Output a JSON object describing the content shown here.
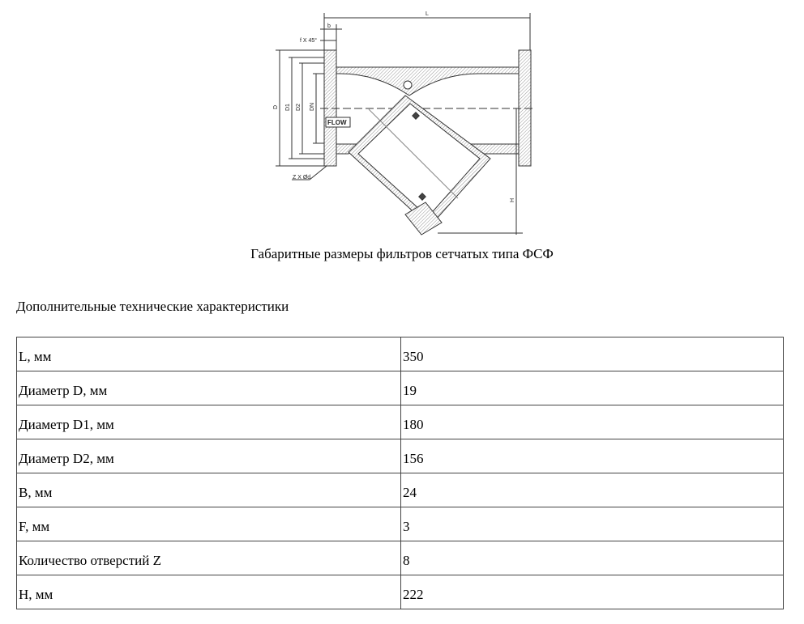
{
  "drawing": {
    "labels": {
      "L": "L",
      "b": "b",
      "chamfer": "f X 45°",
      "D": "D",
      "D1": "D1",
      "D2": "D2",
      "DN": "DN",
      "flow": "FLOW",
      "holes": "Z X Ød",
      "H": "H"
    }
  },
  "caption": "Габаритные размеры фильтров сетчатых типа ФСФ",
  "heading": "Дополнительные технические характеристики",
  "table": {
    "rows": [
      {
        "label": "L, мм",
        "value": "350"
      },
      {
        "label": "Диаметр D, мм",
        "value": "19"
      },
      {
        "label": "Диаметр D1, мм",
        "value": "180"
      },
      {
        "label": "Диаметр D2, мм",
        "value": "156"
      },
      {
        "label": "B, мм",
        "value": "24"
      },
      {
        "label": "F, мм",
        "value": "3"
      },
      {
        "label": "Количество отверстий Z",
        "value": "8"
      },
      {
        "label": "H, мм",
        "value": "222"
      }
    ]
  }
}
